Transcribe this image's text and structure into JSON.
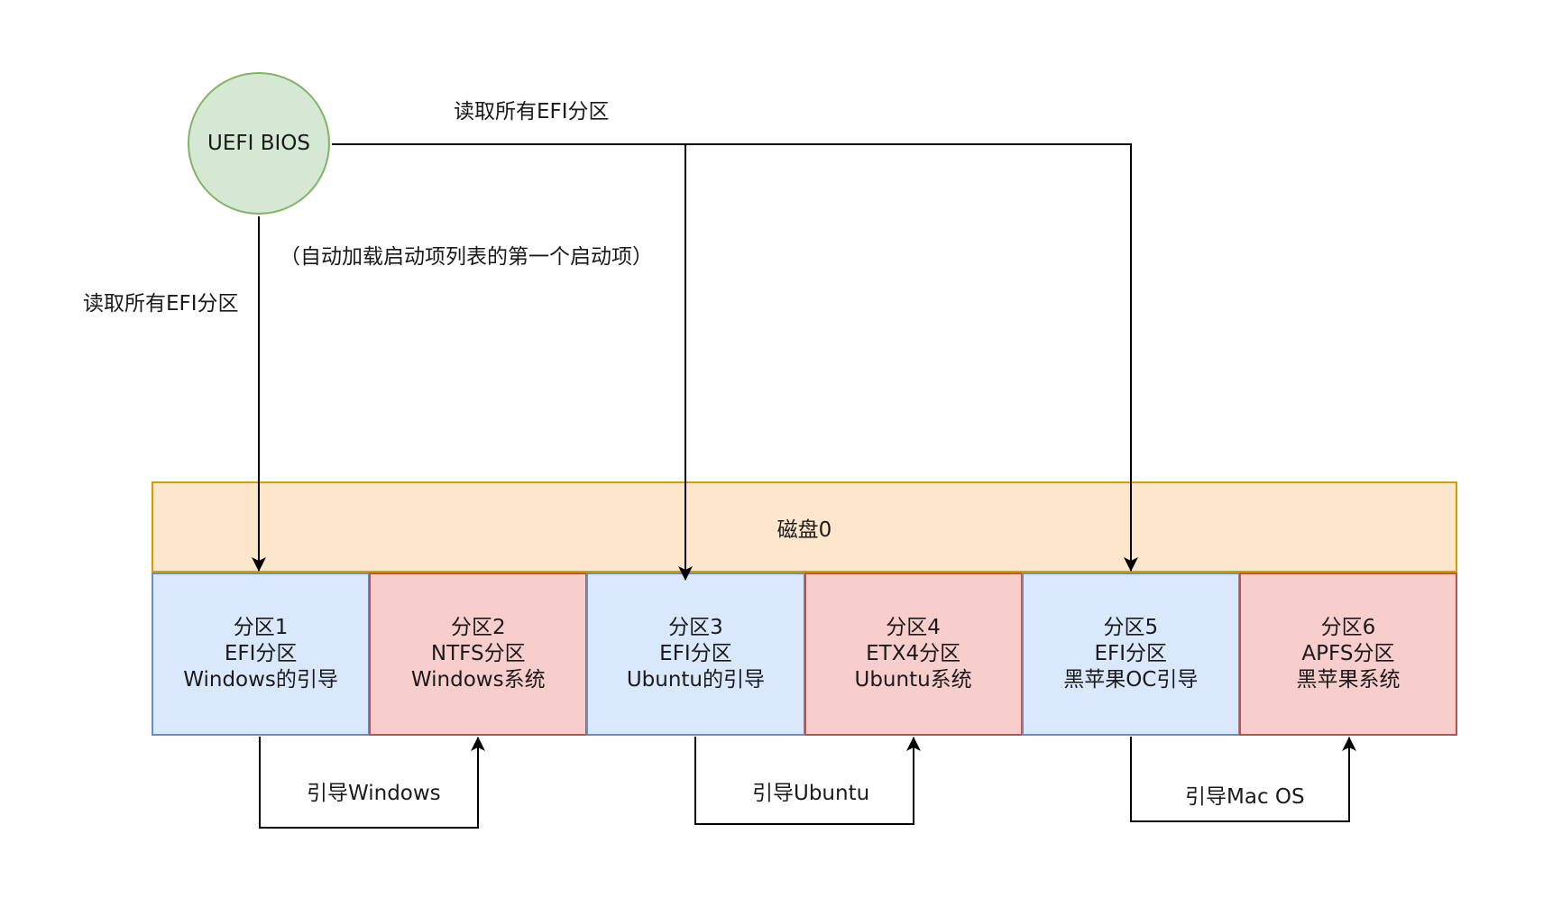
{
  "uefi_node": {
    "label": "UEFI BIOS"
  },
  "labels": {
    "read_all_efi_top": "读取所有EFI分区",
    "read_all_efi_left": "读取所有EFI分区",
    "auto_load_note": "（自动加载启动项列表的第一个启动项）",
    "boot_windows": "引导Windows",
    "boot_ubuntu": "引导Ubuntu",
    "boot_macos": "引导Mac OS"
  },
  "disk": {
    "label": "磁盘0"
  },
  "partitions": [
    {
      "line1": "分区1",
      "line2": "EFI分区",
      "line3": "Windows的引导",
      "kind": "efi"
    },
    {
      "line1": "分区2",
      "line2": "NTFS分区",
      "line3": "Windows系统",
      "kind": "os"
    },
    {
      "line1": "分区3",
      "line2": "EFI分区",
      "line3": "Ubuntu的引导",
      "kind": "efi"
    },
    {
      "line1": "分区4",
      "line2": "ETX4分区",
      "line3": "Ubuntu系统",
      "kind": "os"
    },
    {
      "line1": "分区5",
      "line2": "EFI分区",
      "line3": "黑苹果OC引导",
      "kind": "efi"
    },
    {
      "line1": "分区6",
      "line2": "APFS分区",
      "line3": "黑苹果系统",
      "kind": "os"
    }
  ],
  "colors": {
    "uefi_fill": "#d5e8d4",
    "uefi_stroke": "#82b366",
    "disk_fill": "#fde6cb",
    "disk_stroke": "#d79b00",
    "efi_fill": "#dae8fc",
    "efi_stroke": "#6c8ebf",
    "os_fill": "#f8cecc",
    "os_stroke": "#b85450",
    "edge": "#000000"
  }
}
